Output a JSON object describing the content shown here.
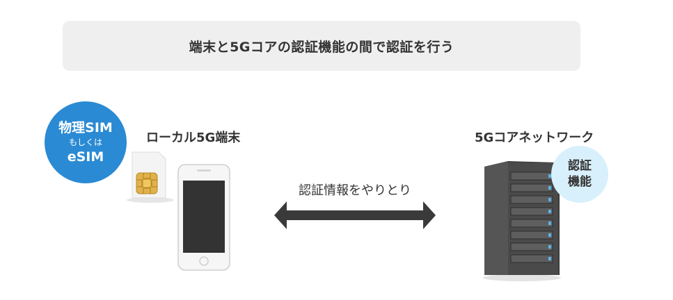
{
  "banner": {
    "text": "端末と5Gコアの認証機能の間で認証を行う"
  },
  "sim_badge": {
    "line1": "物理SIM",
    "line2": "もしくは",
    "line3": "eSIM"
  },
  "device": {
    "title": "ローカル5G端末"
  },
  "network": {
    "title": "5Gコアネットワーク"
  },
  "exchange": {
    "label": "認証情報をやりとり"
  },
  "auth_badge": {
    "line1": "認証",
    "line2": "機能"
  },
  "colors": {
    "banner_bg": "#efefef",
    "sim_badge": "#2a8ad4",
    "auth_badge": "#d8f0fb",
    "arrow": "#3a3a3a",
    "server": "#4a4a4a",
    "server_led": "#5ab4e8"
  }
}
